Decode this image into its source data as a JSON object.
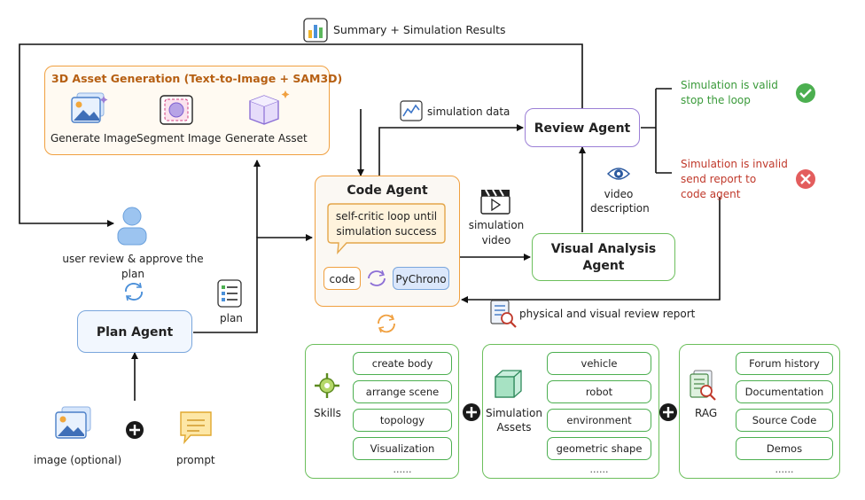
{
  "top_feedback": {
    "label": "Summary + Simulation Results",
    "icon": "bar-chart-icon"
  },
  "asset_generation": {
    "title": "3D Asset Generation (Text-to-Image + SAM3D)",
    "steps": [
      {
        "label": "Generate Image",
        "icon": "image-sparkle-icon"
      },
      {
        "label": "Segment Image",
        "icon": "segment-icon"
      },
      {
        "label": "Generate Asset",
        "icon": "cube-icon"
      }
    ]
  },
  "user": {
    "label_line1": "user review & approve the",
    "label_line2": "plan"
  },
  "plan_agent": {
    "title": "Plan Agent"
  },
  "plan_label": "plan",
  "inputs": {
    "image_label": "image (optional)",
    "prompt_label": "prompt"
  },
  "code_agent": {
    "title": "Code Agent",
    "bubble_line1": "self-critic loop until",
    "bubble_line2": "simulation success",
    "code_label": "code",
    "pychrono_label": "PyChrono"
  },
  "edges": {
    "simulation_data": "simulation data",
    "simulation_video_line1": "simulation",
    "simulation_video_line2": "video",
    "video_description_line1": "video",
    "video_description_line2": "description",
    "review_report": "physical and visual review report"
  },
  "review_agent": {
    "title": "Review Agent"
  },
  "visual_agent": {
    "title_line1": "Visual Analysis",
    "title_line2": "Agent"
  },
  "outcomes": {
    "valid_line1": "Simulation is valid",
    "valid_line2": "stop the loop",
    "invalid_line1": "Simulation is invalid",
    "invalid_line2": "send report to",
    "invalid_line3": "code agent"
  },
  "tools": {
    "skills": {
      "label": "Skills",
      "items": [
        "create body",
        "arrange scene",
        "topology",
        "Visualization"
      ],
      "more": "......"
    },
    "assets": {
      "label_line1": "Simulation",
      "label_line2": "Assets",
      "items": [
        "vehicle",
        "robot",
        "environment",
        "geometric shape"
      ],
      "more": "......"
    },
    "rag": {
      "label": "RAG",
      "items": [
        "Forum history",
        "Documentation",
        "Source Code",
        "Demos"
      ],
      "more": "......"
    }
  },
  "colors": {
    "orange_border": "#f0a040",
    "blue_border": "#7aa6dc",
    "purple_border": "#9b7fd6",
    "green_border": "#6cbf5c",
    "valid_green": "#3a9a3a",
    "invalid_red": "#c0392b"
  }
}
